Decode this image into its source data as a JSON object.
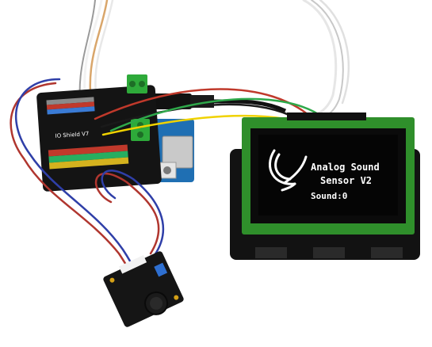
{
  "oled": {
    "title_line1": "Analog Sound",
    "title_line2": "Sensor V2",
    "reading": "Sound:0"
  },
  "shield": {
    "silk_label": "IO Shield V7"
  },
  "colors": {
    "oled_pcb": "#2f8f2b",
    "oled_screen": "#050505",
    "shield_pcb": "#141414",
    "arduino_pcb": "#1f6fb3",
    "sensor_pcb": "#151515",
    "terminal_green": "#2eaa3a",
    "battery_case": "#121212"
  }
}
